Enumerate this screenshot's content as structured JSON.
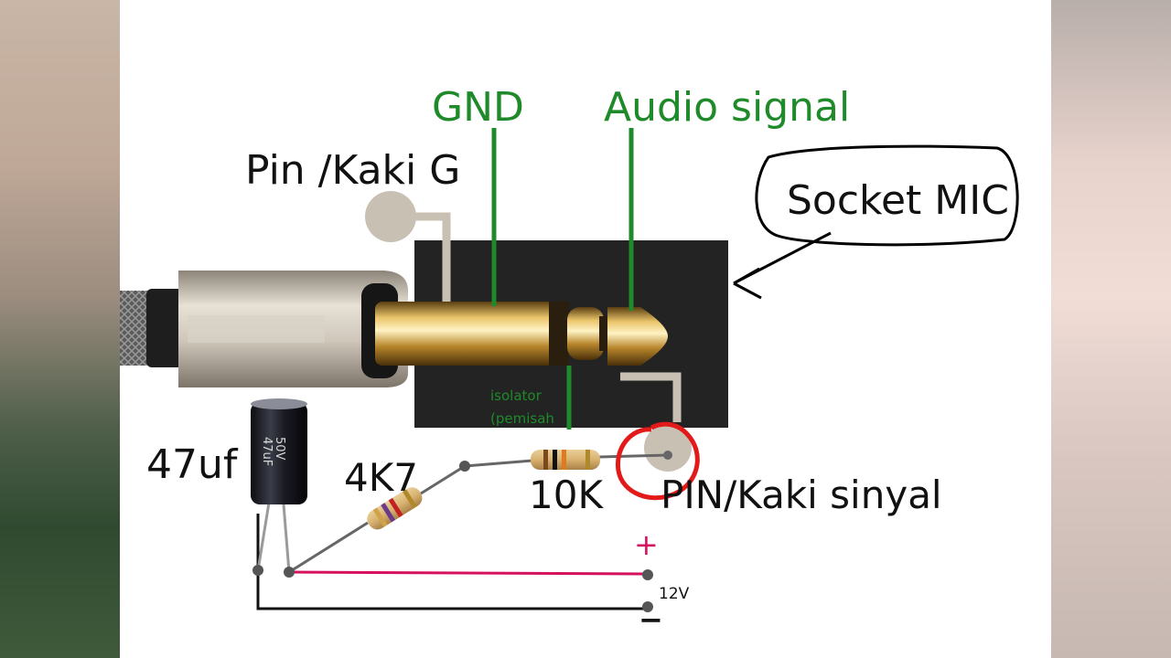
{
  "labels": {
    "gnd": "GND",
    "audio_signal": "Audio signal",
    "pin_g": "Pin /Kaki G",
    "socket_mic": "Socket MIC",
    "isolator_line1": "isolator",
    "isolator_line2": "(pemisah",
    "cap_value": "47uf",
    "r1_value": "4K7",
    "r2_value": "10K",
    "pin_signal": "PIN/Kaki sinyal",
    "plus": "+",
    "minus": "−",
    "voltage": "12V"
  },
  "capacitor_print": {
    "line1": "50V",
    "line2": "47uF"
  },
  "colors": {
    "green": "#1f8a2a",
    "pink": "#d6125f",
    "red_marker": "#e21a1a",
    "socket_body": "#232323",
    "pin_tab": "#c9c0b4"
  }
}
